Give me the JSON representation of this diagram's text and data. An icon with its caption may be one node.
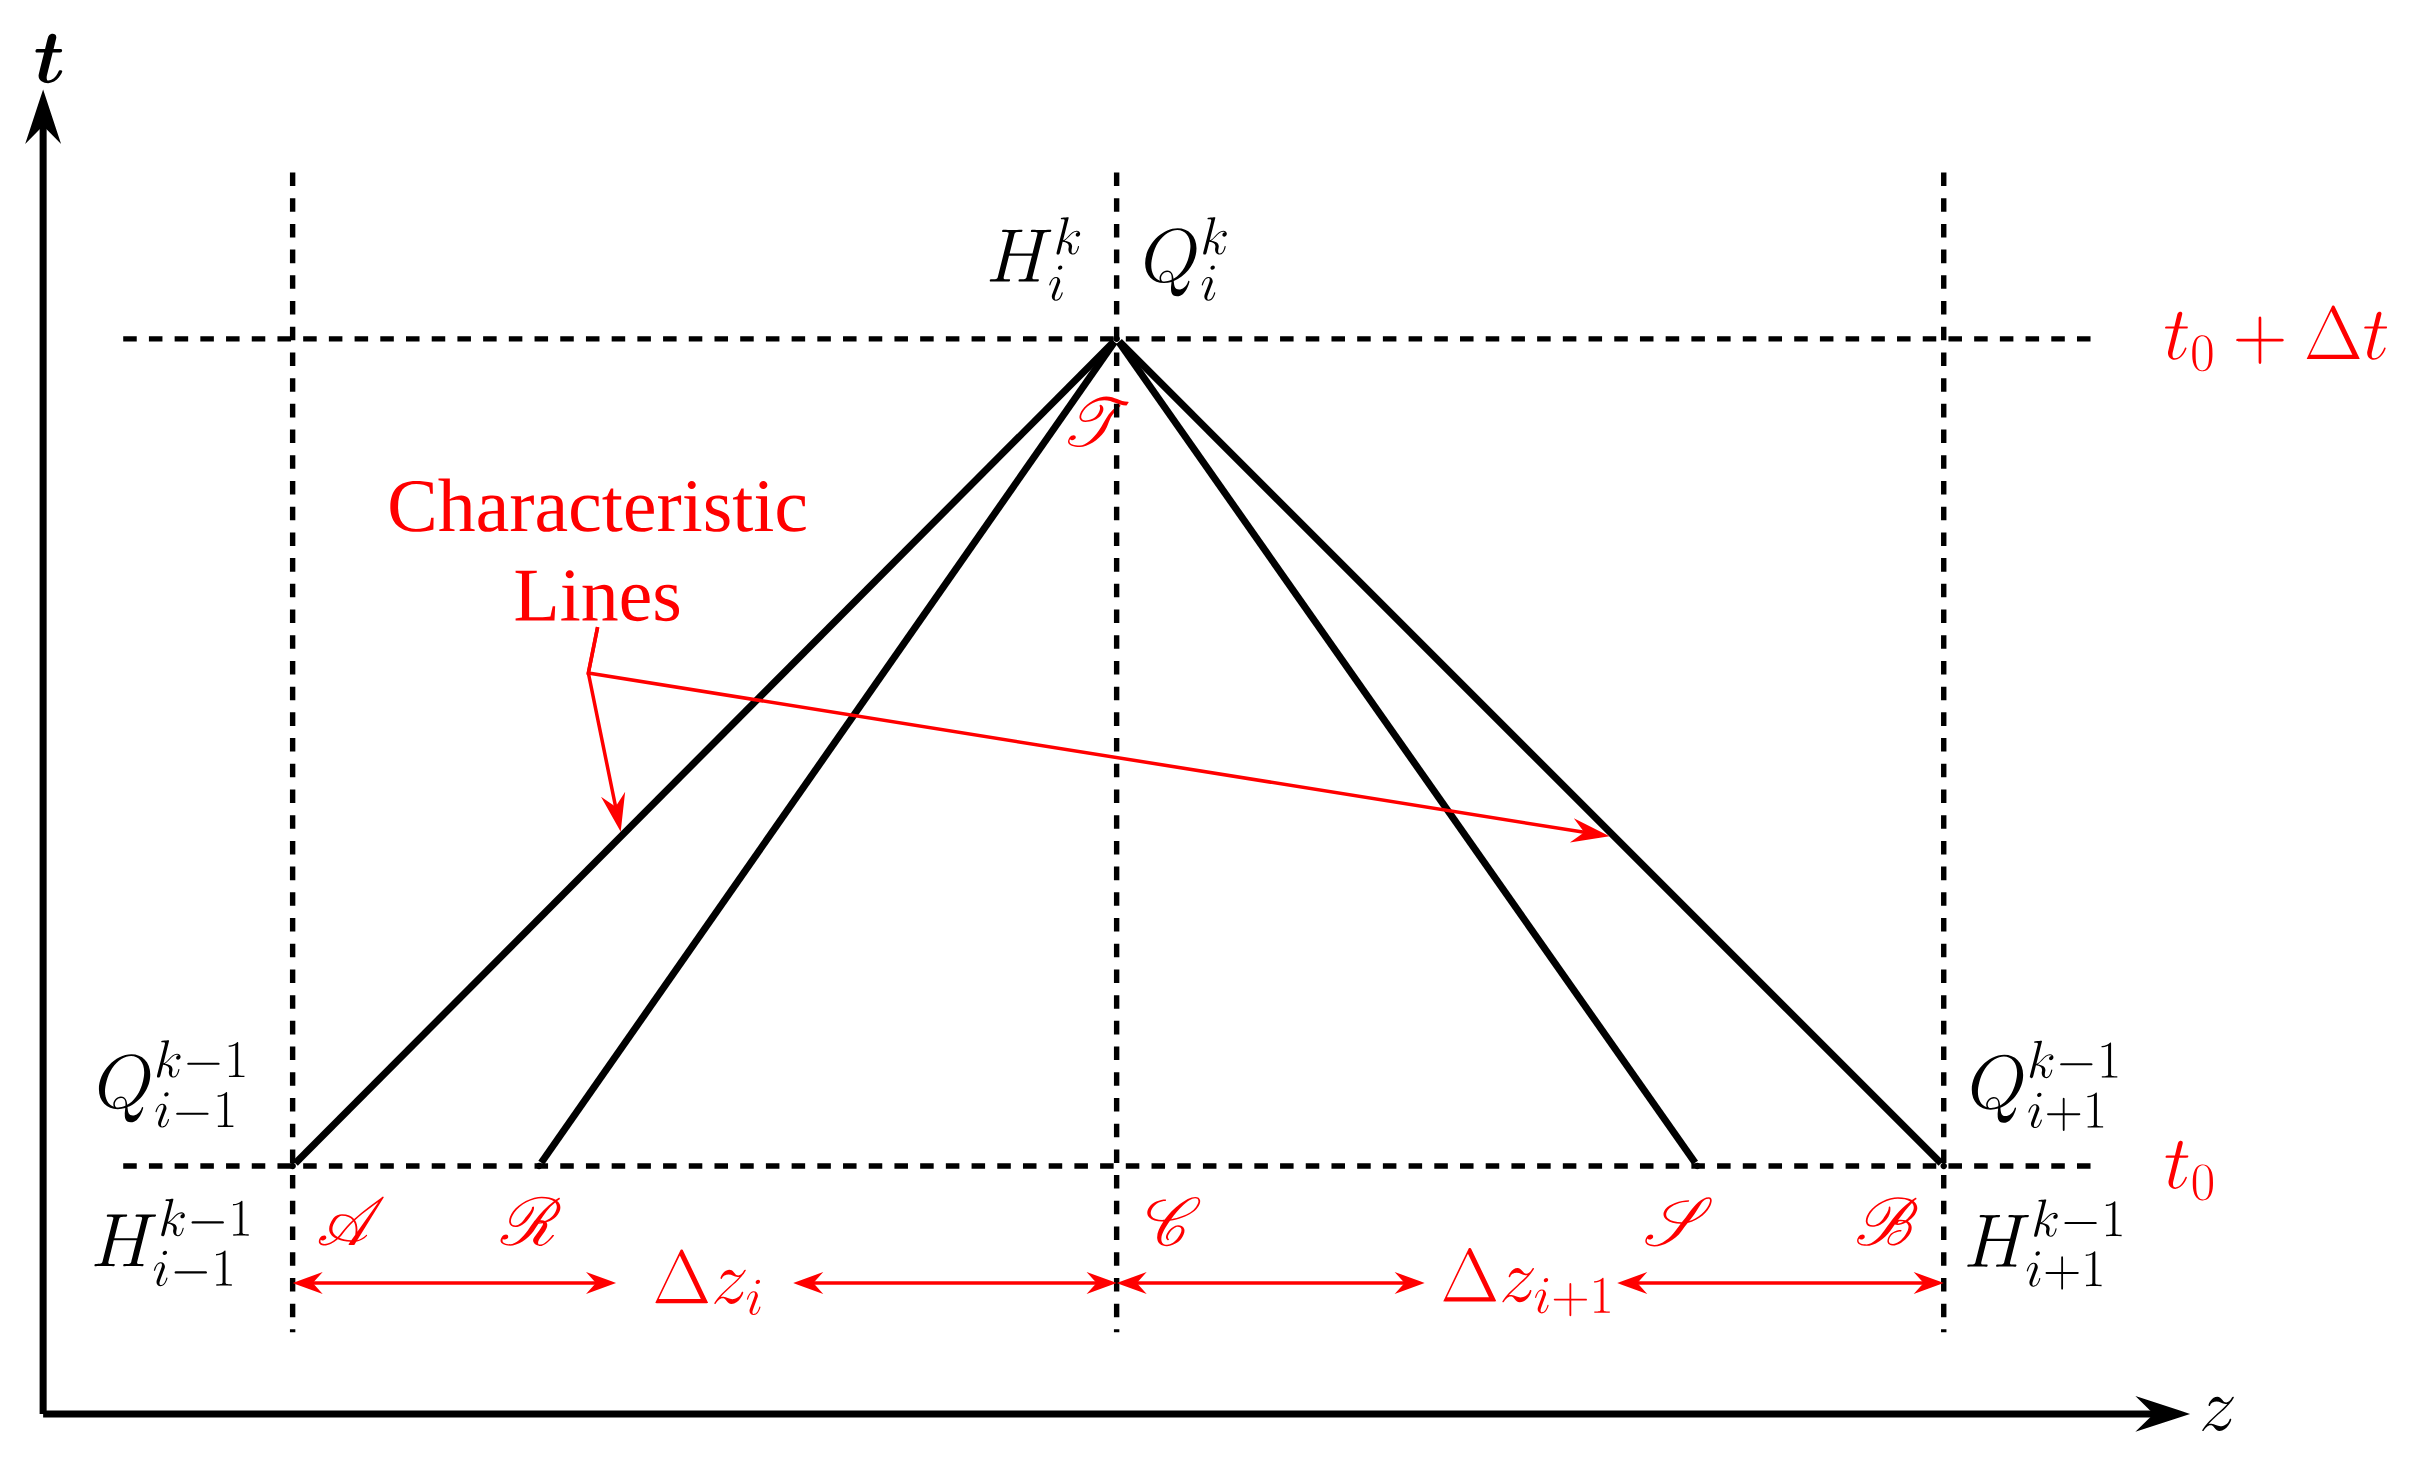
{
  "diagram": {
    "nodes": [
      {
        "text": [],
        "shape": "point",
        "beside": [
          "H_i^k",
          "Q_i^k",
          "\\mathscr{T}"
        ]
      },
      {
        "text": [
          "Characteristic Lines"
        ]
      },
      {
        "text": [],
        "shape": "point",
        "beside": [
          "Q_{i-1}^{k-1}",
          "H_{i-1}^{k-1}",
          "\\mathscr{A}"
        ]
      },
      {
        "text": [],
        "shape": "point",
        "beside": [
          "\\mathscr{R}"
        ]
      },
      {
        "text": [],
        "shape": "point",
        "beside": [
          "\\mathscr{S}"
        ]
      },
      {
        "text": [],
        "shape": "point",
        "beside": [
          "Q_{i+1}^{k-1}",
          "\\mathscr{B}",
          "H_{i+1}^{k-1}"
        ]
      }
    ],
    "edges": [
      {
        "from": 2,
        "to": 0,
        "arrow": "none"
      },
      {
        "from": 3,
        "to": 0,
        "arrow": "none"
      },
      {
        "from": 4,
        "to": 0,
        "arrow": "none"
      },
      {
        "from": 5,
        "to": 0,
        "arrow": "none"
      },
      {
        "from": 1,
        "to": null,
        "arrow": "to",
        "color": "#ff0000"
      },
      {
        "from": 1,
        "to": null,
        "arrow": "to",
        "color": "#ff0000"
      }
    ],
    "labels": [
      "\\boldsymbol{t}",
      "t_0 + \\Delta t",
      "t_0",
      "\\mathscr{C}",
      "\\Delta z_i",
      "\\Delta z_{i+1}",
      "z"
    ]
  }
}
